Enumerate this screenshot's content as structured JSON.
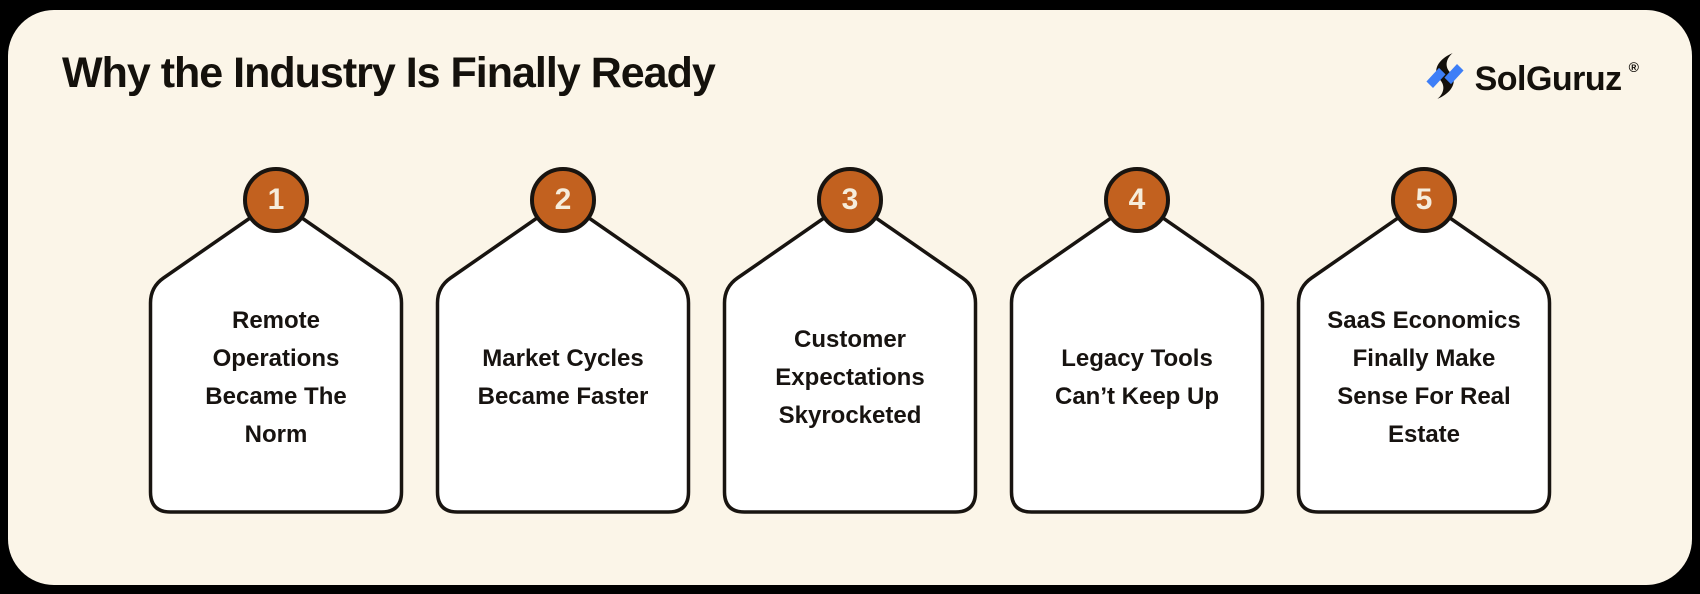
{
  "page": {
    "title": "Why the Industry Is Finally Ready"
  },
  "logo": {
    "name": "SolGuruz",
    "registered_mark": "®",
    "icon": "solguruz-bolt-icon"
  },
  "cards": [
    {
      "number": "1",
      "label": "Remote Operations Became The Norm",
      "lines": [
        "Remote",
        "Operations",
        "Became The",
        "Norm"
      ]
    },
    {
      "number": "2",
      "label": "Market Cycles Became Faster",
      "lines": [
        "Market Cycles",
        "Became Faster"
      ]
    },
    {
      "number": "3",
      "label": "Customer Expectations Skyrocketed",
      "lines": [
        "Customer",
        "Expectations",
        "Skyrocketed"
      ]
    },
    {
      "number": "4",
      "label": "Legacy Tools Can’t Keep Up",
      "lines": [
        "Legacy Tools",
        "Can’t Keep Up"
      ]
    },
    {
      "number": "5",
      "label": "SaaS Economics Finally Make Sense For Real Estate",
      "lines": [
        "SaaS Economics",
        "Finally Make",
        "Sense For Real",
        "Estate"
      ]
    }
  ],
  "colors": {
    "outer_frame": "#000000",
    "canvas_background": "#FBF5E8",
    "card_fill": "#FFFFFF",
    "card_border": "#181410",
    "badge_fill": "#C2611F",
    "badge_border": "#181410",
    "badge_text": "#F6EDDC",
    "body_text": "#171310",
    "logo_blue": "#3D7EF7",
    "logo_black": "#14100B"
  }
}
